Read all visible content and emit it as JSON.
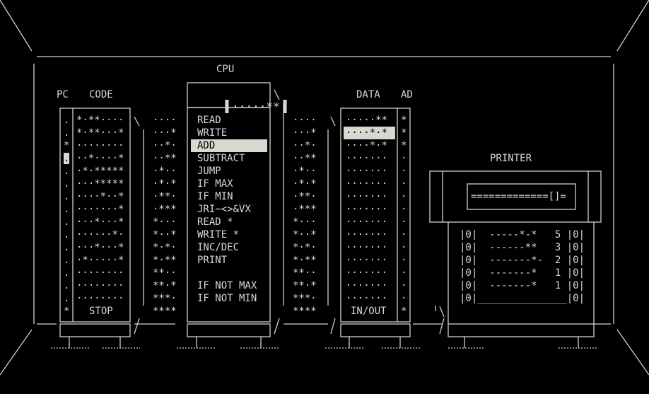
{
  "labels": {
    "pc": "PC",
    "code": "CODE",
    "cpu": "CPU",
    "data": "DATA",
    "ad": "AD",
    "printer": "PRINTER"
  },
  "code_panel": {
    "pc_column": [
      ".",
      ".",
      "*",
      ".",
      ".",
      ".",
      ".",
      ".",
      ".",
      ".",
      ".",
      ".",
      ".",
      ".",
      ".",
      "*"
    ],
    "pc_current_row": 3,
    "rows": [
      "*·**····",
      "*·**···*",
      "········",
      "··*····*",
      "·*·*****",
      "···*****",
      "····*··*",
      "·······*",
      "···*···*",
      "······*·",
      "···*···*",
      "·*·····*",
      "········",
      "········",
      "········"
    ],
    "footer": "STOP"
  },
  "cpu": {
    "register": "·····**",
    "left_ops": [
      "····",
      "···*",
      "··*·",
      "··**",
      "·*··",
      "·*·*",
      "·**·",
      "·***",
      "*···",
      "*··*",
      "*·*·",
      "*·**",
      "**··",
      "**·*",
      "***·",
      "****"
    ],
    "right_ops": [
      "····",
      "···*",
      "··*·",
      "··**",
      "·*··",
      "·*·*",
      "·**·",
      "·***",
      "*···",
      "*··*",
      "*·*·",
      "*·**",
      "**··",
      "**·*",
      "***·",
      "****"
    ],
    "instructions": [
      "READ",
      "WRITE",
      "ADD",
      "SUBTRACT",
      "JUMP",
      "IF MAX",
      "IF MIN",
      "JRI~<>&VX",
      "READ *",
      "WRITE *",
      "INC/DEC",
      "PRINT",
      "",
      "IF NOT MAX",
      "IF NOT MIN"
    ],
    "selected_index": 2
  },
  "data_panel": {
    "rows": [
      "·····**",
      "····*·*",
      "····*·*",
      "·······",
      "·······",
      "·······",
      "·······",
      "·······",
      "·······",
      "·······",
      "·······",
      "·······",
      "·······",
      "·······",
      "·······"
    ],
    "selected_index": 1,
    "ad_column": [
      "*",
      "*",
      "*",
      "·",
      "·",
      "·",
      "·",
      "·",
      "·",
      "·",
      "·",
      "·",
      "·",
      "·",
      "·",
      "*"
    ],
    "footer": "IN/OUT"
  },
  "printer": {
    "paper_head": "=============[]=",
    "lines": [
      "|0|  -----*-*   5 |0|",
      "|0|  ------**   3 |0|",
      "|0|  -------*-  2 |0|",
      "|0|  -------*   1 |0|",
      "|0|  -------*   1 |0|",
      "|0|_______________|0|"
    ]
  }
}
